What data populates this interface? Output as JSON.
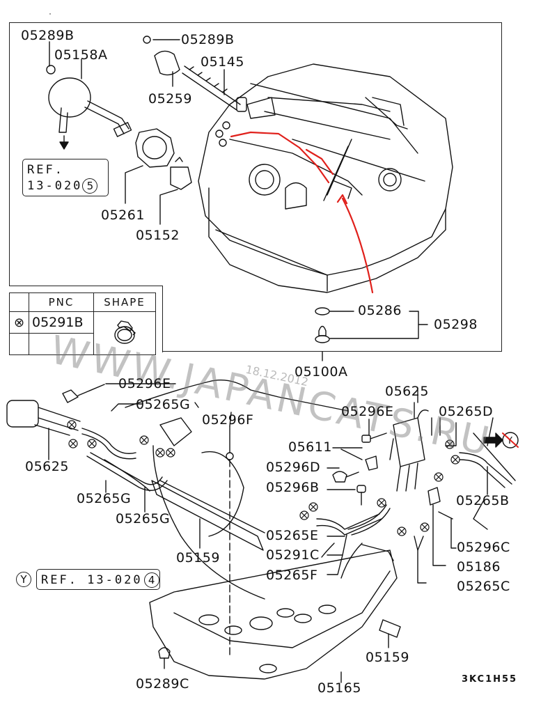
{
  "diagram": {
    "title": "Fuel tank parts diagram",
    "drawing_code": "3KC1H55",
    "watermark": "WWW.JAPANCATS.RU",
    "watermark_date": "18.12.2012",
    "colors": {
      "line": "#111111",
      "annotation": "#e0201b",
      "background": "#ffffff"
    }
  },
  "upper_section": {
    "labels": {
      "p05289B_left": "05289B",
      "p05158A": "05158A",
      "p05289B_right": "05289B",
      "p05145": "05145",
      "p05259": "05259",
      "p05261": "05261",
      "p05152": "05152",
      "p05286": "05286",
      "p05298": "05298",
      "p05100A": "05100A"
    },
    "ref_top": {
      "line1": "REF.",
      "line2": "13-020",
      "circled": "5"
    }
  },
  "pnc_table": {
    "headers": {
      "col0": "",
      "col1": "PNC",
      "col2": "SHAPE"
    },
    "rows": [
      {
        "symbol": "⊗",
        "pnc": "05291B",
        "shape": "hose-clamp-icon"
      }
    ]
  },
  "lower_section": {
    "labels": {
      "p05296E_left": "05296E",
      "p05265G_top": "05265G",
      "p05625_left": "05625",
      "p05265G_mid": "05265G",
      "p05265G_low": "05265G",
      "p05296F": "05296F",
      "p05159_center": "05159",
      "p05625_right": "05625",
      "p05296E_right": "05296E",
      "p05265D": "05265D",
      "p05611": "05611",
      "p05296D": "05296D",
      "p05296B": "05296B",
      "p05265B": "05265B",
      "p05265E": "05265E",
      "p05291C": "05291C",
      "p05296C": "05296C",
      "p05186": "05186",
      "p05265F": "05265F",
      "p05265C": "05265C",
      "p05159_right": "05159",
      "p05289C": "05289C",
      "p05165": "05165"
    },
    "ref_bottom": {
      "marker": "Y",
      "text": "REF. 13-020",
      "circled": "4"
    },
    "arrow_target": "Y"
  }
}
